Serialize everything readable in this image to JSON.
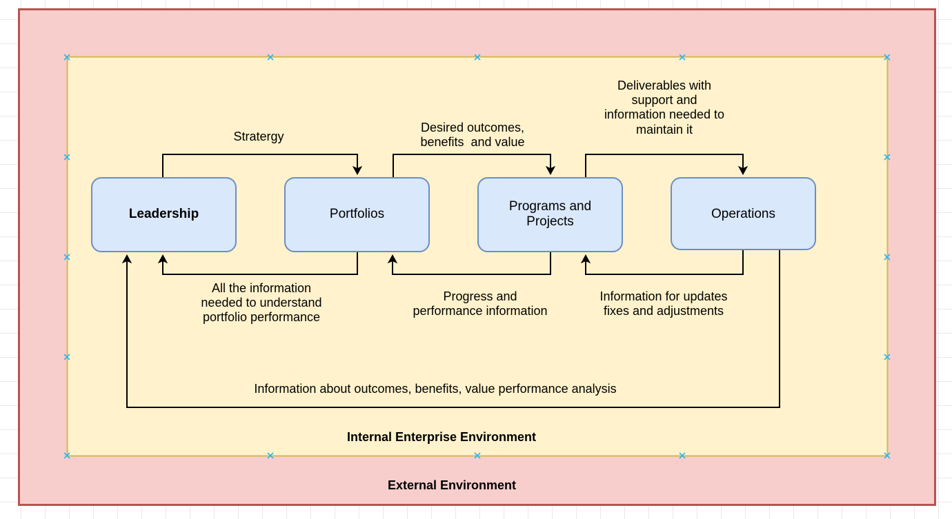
{
  "diagram": {
    "title": "Enterprise environment information flow",
    "zones": [
      {
        "id": "external",
        "label": "External Environment",
        "fill": "#f8cecc",
        "stroke": "#b85450"
      },
      {
        "id": "internal",
        "label": "Internal Enterprise Environment",
        "fill": "#fff2cc",
        "stroke": "#d6b656"
      }
    ],
    "node_style": {
      "fill": "#dae8fc",
      "stroke": "#6c8ebf"
    },
    "nodes": [
      {
        "id": "leadership",
        "label": "Leadership",
        "bold": true
      },
      {
        "id": "portfolios",
        "label": "Portfolios",
        "bold": false
      },
      {
        "id": "programs",
        "label": "Programs and\nProjects",
        "bold": false
      },
      {
        "id": "operations",
        "label": "Operations",
        "bold": false
      }
    ],
    "edges": [
      {
        "id": "strategy",
        "label": "Stratergy",
        "from": "leadership",
        "to": "portfolios",
        "direction": "forward"
      },
      {
        "id": "desired-outcomes",
        "label": "Desired outcomes,\nbenefits  and value",
        "from": "portfolios",
        "to": "programs",
        "direction": "forward"
      },
      {
        "id": "deliverables",
        "label": "Deliverables with\nsupport and\ninformation needed to\nmaintain it",
        "from": "programs",
        "to": "operations",
        "direction": "forward"
      },
      {
        "id": "portfolio-performance",
        "label": "All the information\nneeded to understand\nportfolio performance",
        "from": "portfolios",
        "to": "leadership",
        "direction": "backward"
      },
      {
        "id": "progress-performance",
        "label": "Progress and\nperformance information",
        "from": "programs",
        "to": "portfolios",
        "direction": "backward"
      },
      {
        "id": "updates-fixes",
        "label": "Information for updates\nfixes and adjustments",
        "from": "operations",
        "to": "programs",
        "direction": "backward"
      },
      {
        "id": "outcomes-analysis",
        "label": "Information about outcomes, benefits, value performance analysis",
        "from": "operations",
        "to": "leadership",
        "direction": "backward"
      }
    ],
    "selection_handles": {
      "color": "#29b6f2",
      "glyph": "x",
      "count": 8
    }
  }
}
